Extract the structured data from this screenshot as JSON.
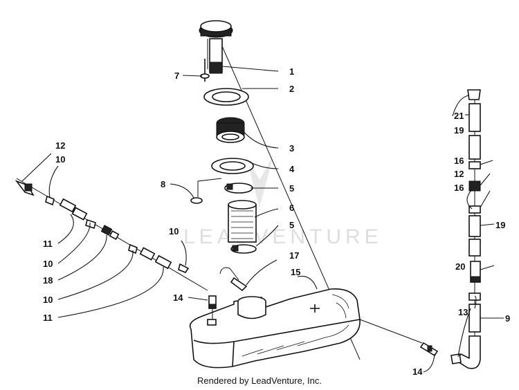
{
  "callouts": {
    "c1": "1",
    "c2": "2",
    "c3": "3",
    "c4": "4",
    "c5a": "5",
    "c5b": "5",
    "c6": "6",
    "c7": "7",
    "c8": "8",
    "c9": "9",
    "c10a": "10",
    "c10b": "10",
    "c10c": "10",
    "c10d": "10",
    "c11a": "11",
    "c11b": "11",
    "c12a": "12",
    "c12b": "12",
    "c13": "13",
    "c14a": "14",
    "c14b": "14",
    "c15": "15",
    "c16a": "16",
    "c16b": "16",
    "c17": "17",
    "c18": "18",
    "c19a": "19",
    "c19b": "19",
    "c20": "20",
    "c21": "21"
  },
  "watermark": "LEADVENTURE",
  "footer": "Rendered by LeadVenture, Inc."
}
